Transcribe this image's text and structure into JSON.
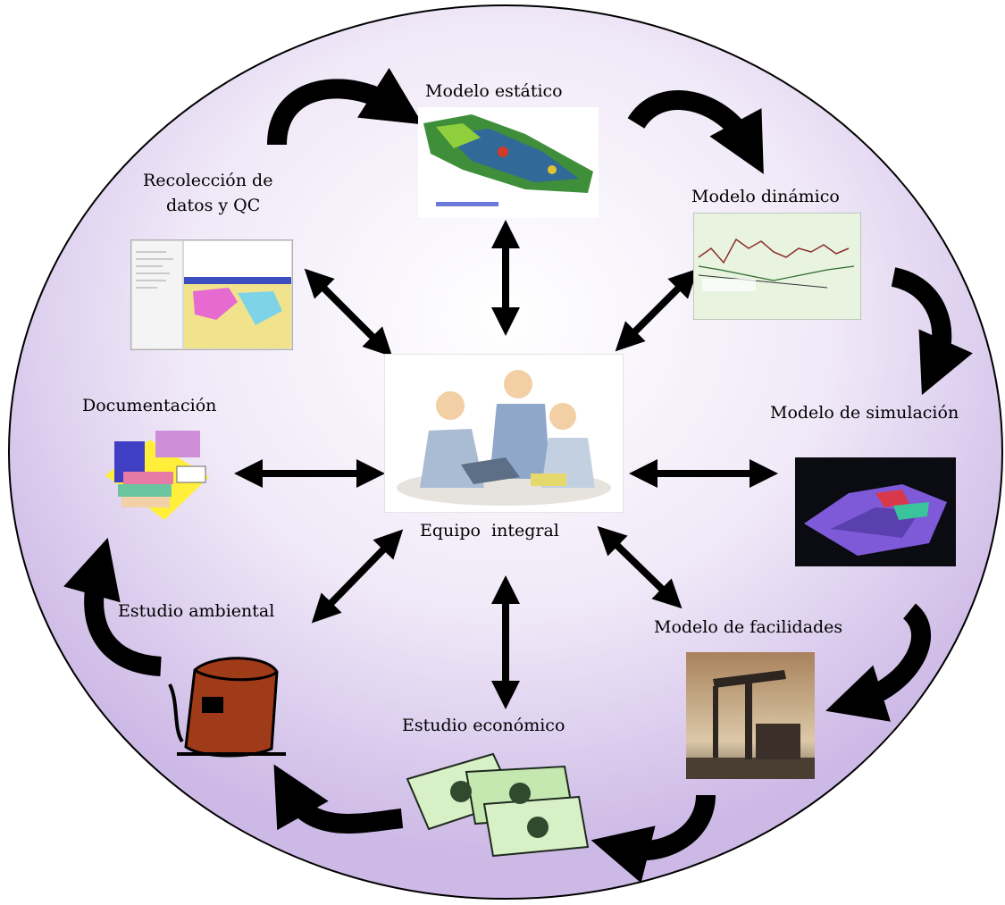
{
  "labels": {
    "modelo_estatico": "Modelo estático",
    "recoleccion_line1": "Recolección de",
    "recoleccion_line2": "datos y QC",
    "modelo_dinamico": "Modelo dinámico",
    "documentacion": "Documentación",
    "modelo_simulacion": "Modelo de simulación",
    "equipo_integral": "Equipo  integral",
    "estudio_ambiental": "Estudio ambiental",
    "modelo_facilidades": "Modelo de facilidades",
    "estudio_economico": "Estudio económico"
  },
  "colors": {
    "circle_fill_light": "#f7f2fb",
    "circle_fill_dark": "#c8b6e4",
    "arrow": "#000000"
  },
  "icons": [
    "static-model-map-icon",
    "data-software-screenshot-icon",
    "dynamic-model-chart-icon",
    "books-icon",
    "team-meeting-icon",
    "simulation-3d-icon",
    "oil-pumpjack-icon",
    "money-bills-icon",
    "oil-barrel-icon"
  ]
}
